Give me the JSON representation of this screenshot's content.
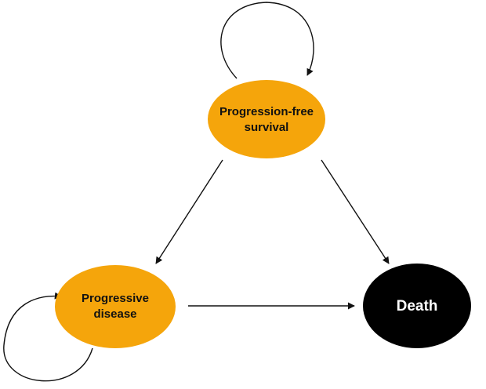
{
  "colors": {
    "state_fill": "#f5a50b",
    "absorbing_fill": "#000000",
    "arrow": "#111111",
    "dark_text": "#111111",
    "light_text": "#ffffff"
  },
  "nodes": {
    "pfs": {
      "line1": "Progression-free",
      "line2": "survival"
    },
    "pd": {
      "line1": "Progressive",
      "line2": "disease"
    },
    "death": {
      "label": "Death"
    }
  }
}
